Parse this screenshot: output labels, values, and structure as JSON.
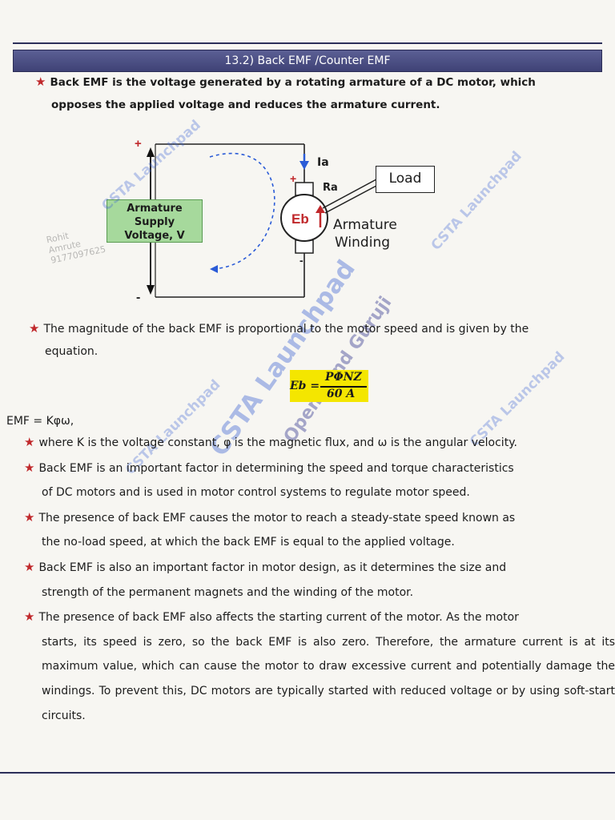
{
  "header": {
    "title": "13.2) Back EMF /Counter EMF"
  },
  "intro": {
    "line1": "Back EMF is the voltage generated by a rotating armature of a DC motor, which",
    "line2": "opposes the applied voltage and reduces the armature current."
  },
  "diagram": {
    "supply_label": [
      "Armature",
      "Supply",
      "Voltage, V"
    ],
    "plus_sign": "+",
    "minus_sign": "-",
    "current_label": "Ia",
    "resistance_label": "Ra",
    "emf_label": "Eb",
    "load_label": "Load",
    "winding_label": [
      "Armature",
      "Winding"
    ]
  },
  "magnitude": {
    "line1": "The magnitude of the back EMF is proportional to the motor speed and is given by the",
    "line2": "equation."
  },
  "formula": {
    "lhs": "Eb =",
    "numerator": "PΦNZ",
    "denominator": "60 A"
  },
  "emf_equation": "EMF = Kφω,",
  "bullets": [
    {
      "text": "where K is the voltage constant, φ is the magnetic flux, and ω is the angular velocity.",
      "cont": ""
    },
    {
      "text": "Back EMF is an important factor in determining the speed and torque characteristics",
      "cont": "of DC motors and is used in motor control systems to regulate motor speed."
    },
    {
      "text": "The presence of back EMF causes the motor to reach a steady-state speed known as",
      "cont": "the no-load speed, at which the back EMF is equal to the applied voltage."
    },
    {
      "text": "Back EMF is also an important factor in motor design, as it determines the size and",
      "cont": "strength of the permanent magnets and the winding of the motor."
    },
    {
      "text": "The presence of back EMF also affects the starting current of the motor. As the motor",
      "cont": "starts, its speed is zero, so the back EMF is also zero. Therefore, the armature current is at its maximum value, which can cause the motor to draw excessive current and potentially damage the windings. To prevent this, DC motors are typically started with reduced voltage or by using soft-start circuits."
    }
  ],
  "watermarks": {
    "brand": "CSTA Launchpad",
    "tagline": "Open Mind Guruji",
    "author": [
      "Rohit",
      "Amrute",
      "9177097625"
    ]
  },
  "colors": {
    "header_bg": "#4a4d82",
    "star": "#c0282b",
    "supply_box": "#a6d99c",
    "formula_bg": "#f4e600",
    "arrow": "#2a5bd7",
    "watermark": "#3b63d4"
  }
}
